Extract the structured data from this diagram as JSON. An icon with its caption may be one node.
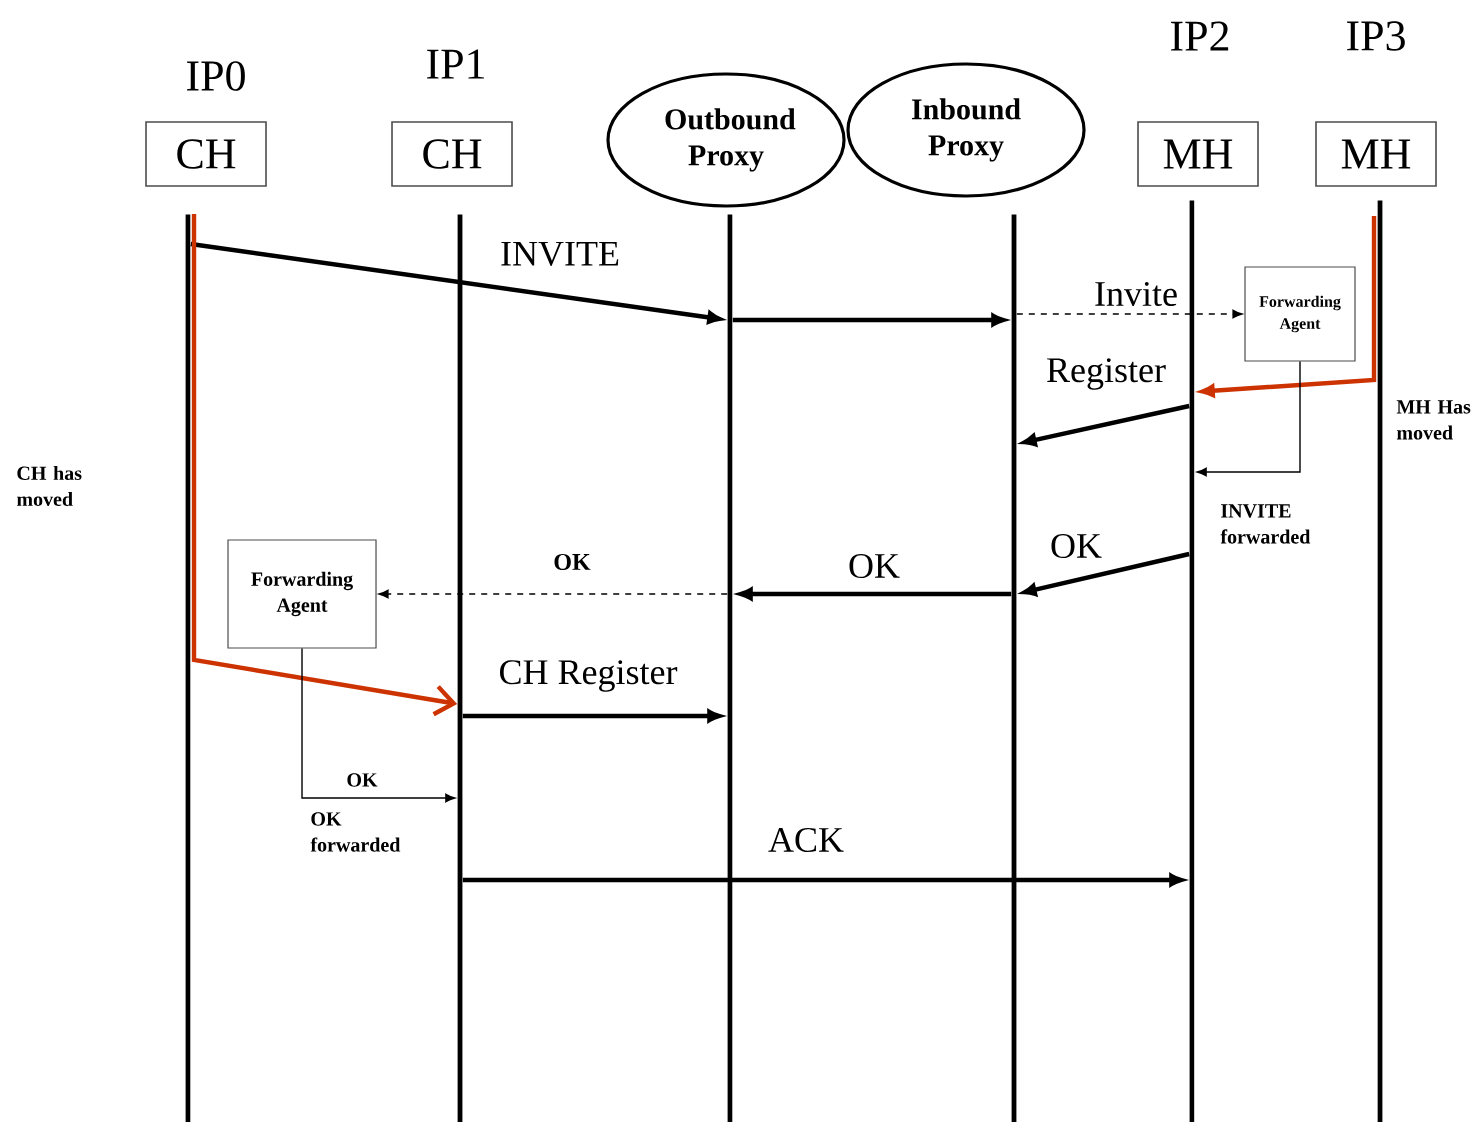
{
  "diagram": {
    "nodes": [
      {
        "text": [
          "CH"
        ]
      },
      {
        "text": [
          "CH"
        ]
      },
      {
        "text": [
          "Outbound Proxy"
        ]
      },
      {
        "text": [
          "Inbound Proxy"
        ]
      },
      {
        "text": [
          "MH"
        ]
      },
      {
        "text": [
          "MH"
        ]
      },
      {
        "text": [
          "Forwarding Agent"
        ]
      },
      {
        "text": [
          "Forwarding Agent"
        ]
      },
      {
        "text": [],
        "shape": "bar"
      },
      {
        "text": [],
        "shape": "bar"
      },
      {
        "text": [],
        "shape": "bar"
      },
      {
        "text": [],
        "shape": "bar"
      },
      {
        "text": [],
        "shape": "bar"
      },
      {
        "text": [],
        "shape": "bar"
      }
    ],
    "edges": [
      {
        "from": 8,
        "to": 10,
        "arrow": "to",
        "label": "INVITE"
      },
      {
        "from": 10,
        "to": 11,
        "arrow": "to"
      },
      {
        "from": 11,
        "to": 6,
        "arrow": "to",
        "label": "Invite",
        "style": "dashed"
      },
      {
        "from": 13,
        "to": 12,
        "arrow": "to",
        "color": "#cc3300"
      },
      {
        "from": 12,
        "to": 11,
        "arrow": "to",
        "label": "Register"
      },
      {
        "from": 6,
        "to": 12,
        "arrow": "to"
      },
      {
        "from": 12,
        "to": 11,
        "arrow": "to",
        "label": "OK"
      },
      {
        "from": 11,
        "to": 10,
        "arrow": "to",
        "label": "OK"
      },
      {
        "from": 10,
        "to": 7,
        "arrow": "to",
        "label": "**OK**",
        "style": "dashed"
      },
      {
        "from": 8,
        "to": 9,
        "arrow": "to",
        "color": "#cc3300"
      },
      {
        "from": 9,
        "to": 10,
        "arrow": "to",
        "label": "CH Register"
      },
      {
        "from": 7,
        "to": 9,
        "arrow": "to",
        "label": "**OK**"
      },
      {
        "from": 9,
        "to": 12,
        "arrow": "to",
        "label": "ACK"
      }
    ],
    "labels": [
      "IP0",
      "IP1",
      "IP2",
      "IP3",
      "CH has moved",
      "MH Has moved",
      "INVITE forwarded",
      "OK forwarded"
    ]
  }
}
